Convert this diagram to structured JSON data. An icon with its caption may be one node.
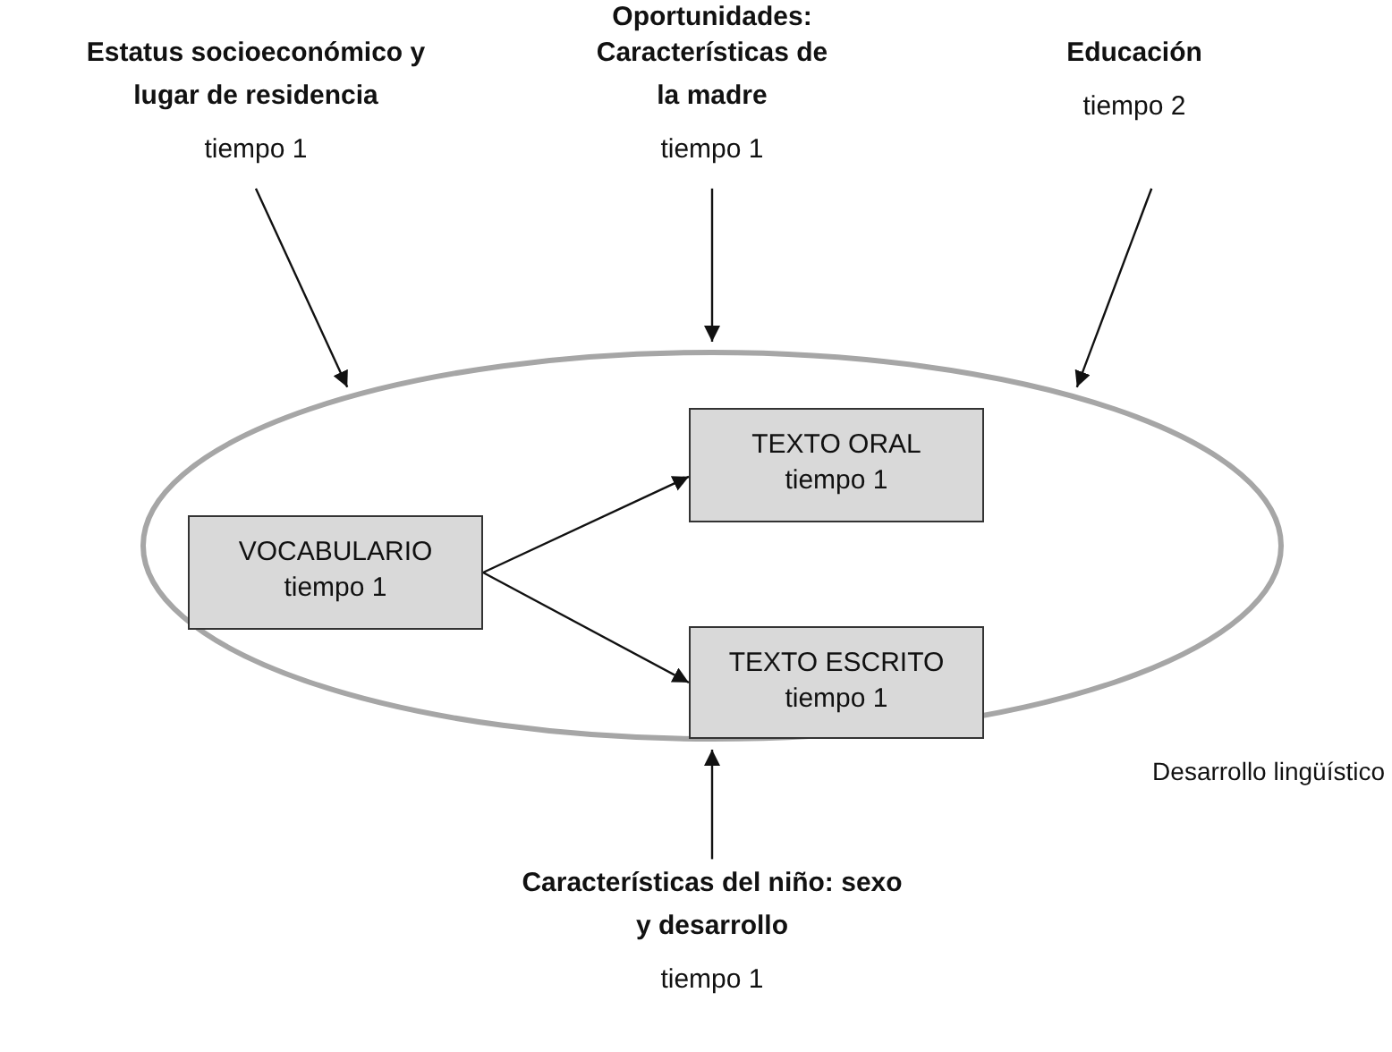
{
  "diagram": {
    "nodes": [
      {
        "text": [
          "Desarrollo lingüístico"
        ]
      },
      {
        "text": [
          "VOCABULARIO",
          "tiempo 1"
        ],
        "in": 0
      },
      {
        "text": [
          "TEXTO ORAL",
          "tiempo 1"
        ],
        "in": 0
      },
      {
        "text": [
          "TEXTO ESCRITO",
          "tiempo 1"
        ],
        "in": 0
      },
      {
        "text": [
          "Estatus socioeconómico y lugar de residencia",
          "tiempo 1"
        ]
      },
      {
        "text": [
          "Características de la madre",
          "tiempo 1"
        ]
      },
      {
        "text": [
          "Educación",
          "tiempo 2"
        ]
      },
      {
        "text": [
          "Características del niño: sexo y desarrollo",
          "tiempo 1"
        ]
      }
    ],
    "edges": [
      {
        "from": 4,
        "to": 0,
        "arrow": "to"
      },
      {
        "from": 5,
        "to": 0,
        "arrow": "to"
      },
      {
        "from": 6,
        "to": 0,
        "arrow": "to"
      },
      {
        "from": 7,
        "to": 0,
        "arrow": "to"
      },
      {
        "from": 1,
        "to": 2,
        "arrow": "to"
      },
      {
        "from": 1,
        "to": 3,
        "arrow": "to"
      }
    ],
    "labels": [
      "Oportunidades:"
    ]
  }
}
